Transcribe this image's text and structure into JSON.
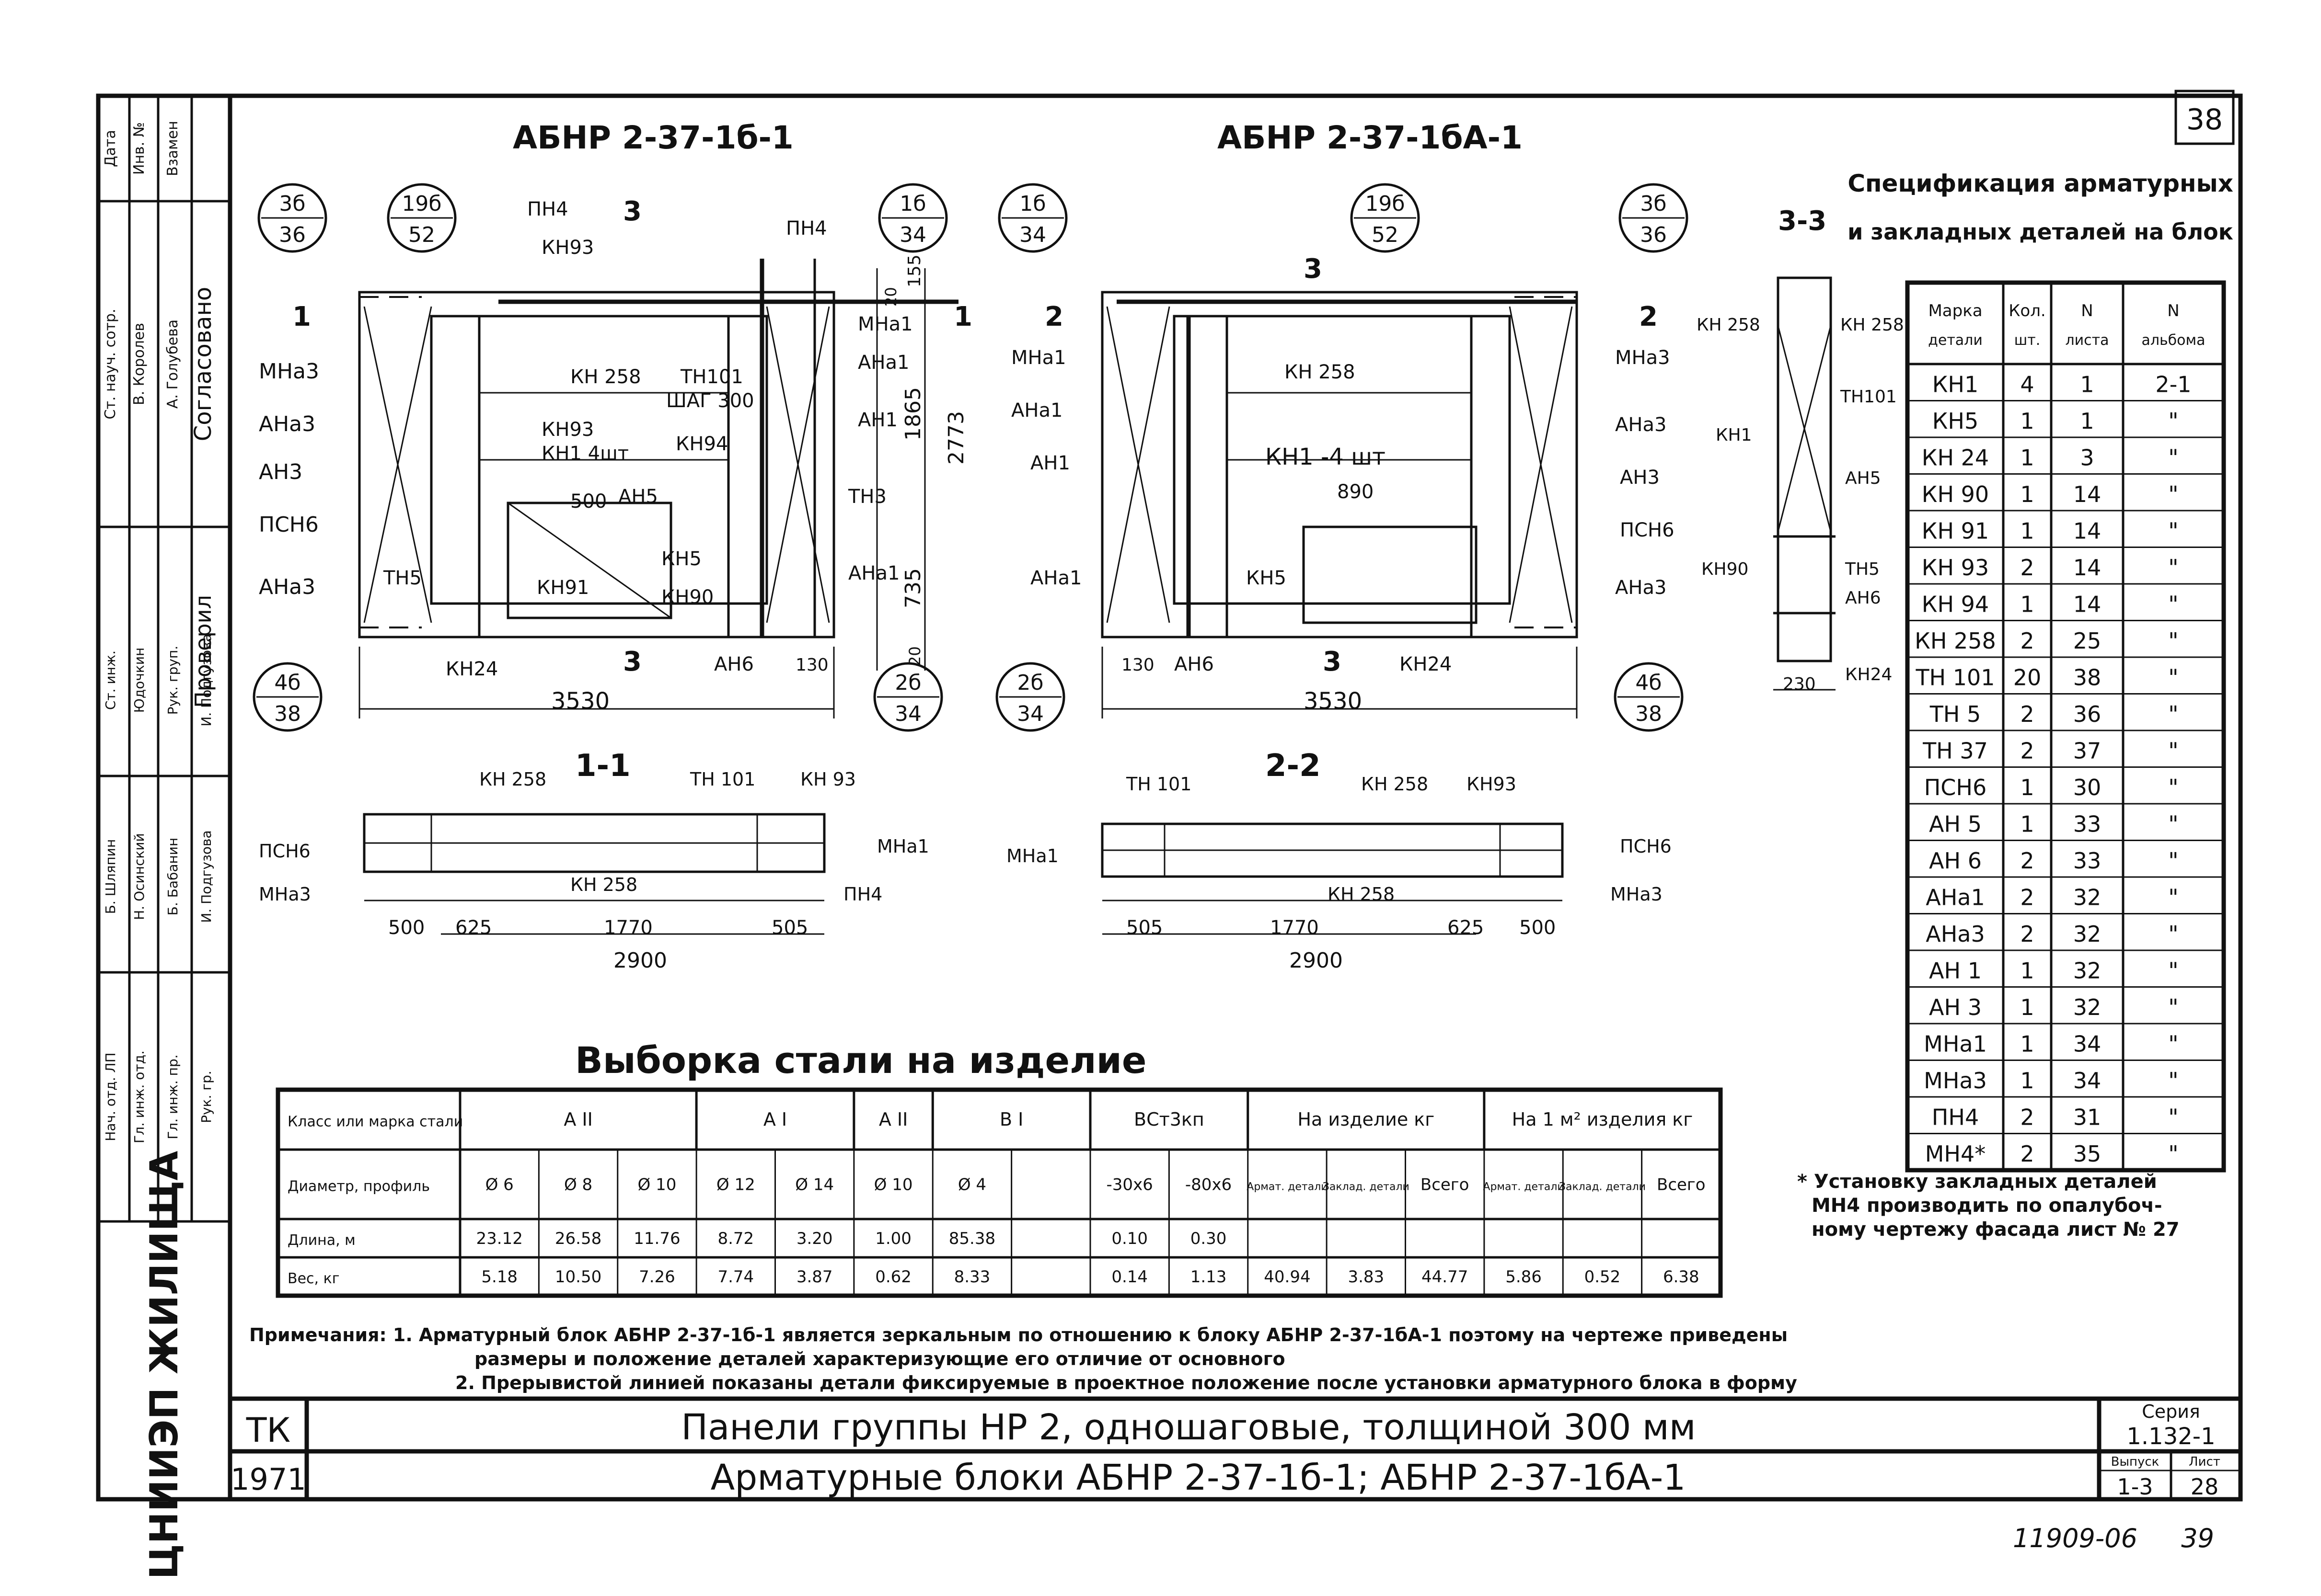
{
  "sheet_badge": "38",
  "left_titles": [
    "АБНР 2-37-1б-1",
    "АБНР 2-37-1бА-1"
  ],
  "callouts_left": [
    {
      "top": "3б",
      "bottom": "36"
    },
    {
      "top": "19б",
      "bottom": "52"
    },
    {
      "top": "1б",
      "bottom": "34"
    },
    {
      "top": "4б",
      "bottom": "38"
    },
    {
      "top": "2б",
      "bottom": "34"
    }
  ],
  "callouts_right": [
    {
      "top": "1б",
      "bottom": "34"
    },
    {
      "top": "19б",
      "bottom": "52"
    },
    {
      "top": "3б",
      "bottom": "36"
    },
    {
      "top": "2б",
      "bottom": "34"
    },
    {
      "top": "4б",
      "bottom": "38"
    }
  ],
  "view1_labels": {
    "left": [
      "МНа3",
      "АНа3",
      "АН3",
      "ПСН6",
      "АНа3"
    ],
    "right": [
      "ПН4",
      "МНа1",
      "АНа1",
      "АН1",
      "ТН3",
      "АНа1"
    ],
    "inside": [
      "ПН4",
      "КН93",
      "КН 258",
      "ТН101",
      "ШАГ 300",
      "КН93",
      "КН1 4шт",
      "КН94",
      "500",
      "АН5",
      "КН91",
      "ТН5",
      "КН5",
      "КН90",
      "КН24",
      "АН6",
      "130"
    ],
    "dims": [
      "155",
      "20",
      "1865",
      "2773",
      "735",
      "20",
      "3530"
    ],
    "section_marks": [
      "1",
      "3",
      "1",
      "3"
    ]
  },
  "view2_labels": {
    "left": [
      "МНа1",
      "АНа1",
      "АН1",
      "АНа1"
    ],
    "right": [
      "МНа3",
      "АНа3",
      "АН3",
      "ПСН6",
      "АНа3"
    ],
    "inside": [
      "КН 258",
      "КН1 -4 шт",
      "890",
      "КН5",
      "130",
      "АН6",
      "КН24"
    ],
    "dims": [
      "3530"
    ],
    "section_marks": [
      "2",
      "3",
      "2",
      "3"
    ]
  },
  "section_1_1": {
    "title": "1-1",
    "labels": [
      "КН 258",
      "ТН 101",
      "КН 93",
      "ПСН6",
      "МНа3",
      "КН 258",
      "МНа1",
      "ПН4"
    ],
    "dims": [
      "500",
      "625",
      "1770",
      "505",
      "2900"
    ]
  },
  "section_2_2": {
    "title": "2-2",
    "labels": [
      "ТН 101",
      "КН 258",
      "КН93",
      "МНа1",
      "ПСН6",
      "КН 258",
      "МНа3"
    ],
    "dims": [
      "505",
      "1770",
      "625",
      "500",
      "2900"
    ]
  },
  "section_3_3": {
    "title": "3-3",
    "labels_left": [
      "КН 258",
      "КН1",
      "КН90"
    ],
    "labels_right": [
      "КН 258",
      "ТН101",
      "АН5",
      "ТН5",
      "АН6",
      "КН24"
    ],
    "dim": "230"
  },
  "spec_table": {
    "title_line1": "Спецификация арматурных",
    "title_line2": "и закладных деталей на блок",
    "headers": [
      "Марка детали",
      "Кол. шт.",
      "N листа",
      "N альбома"
    ],
    "rows": [
      [
        "КН1",
        "4",
        "1",
        "2-1"
      ],
      [
        "КН5",
        "1",
        "1",
        "\""
      ],
      [
        "КН 24",
        "1",
        "3",
        "\""
      ],
      [
        "КН 90",
        "1",
        "14",
        "\""
      ],
      [
        "КН 91",
        "1",
        "14",
        "\""
      ],
      [
        "КН 93",
        "2",
        "14",
        "\""
      ],
      [
        "КН 94",
        "1",
        "14",
        "\""
      ],
      [
        "КН 258",
        "2",
        "25",
        "\""
      ],
      [
        "ТН 101",
        "20",
        "38",
        "\""
      ],
      [
        "ТН 5",
        "2",
        "36",
        "\""
      ],
      [
        "ТН 37",
        "2",
        "37",
        "\""
      ],
      [
        "ПСН6",
        "1",
        "30",
        "\""
      ],
      [
        "АН 5",
        "1",
        "33",
        "\""
      ],
      [
        "АН 6",
        "2",
        "33",
        "\""
      ],
      [
        "АНа1",
        "2",
        "32",
        "\""
      ],
      [
        "АНа3",
        "2",
        "32",
        "\""
      ],
      [
        "АН 1",
        "1",
        "32",
        "\""
      ],
      [
        "АН 3",
        "1",
        "32",
        "\""
      ],
      [
        "МНа1",
        "1",
        "34",
        "\""
      ],
      [
        "МНа3",
        "1",
        "34",
        "\""
      ],
      [
        "ПН4",
        "2",
        "31",
        "\""
      ],
      [
        "МН4*",
        "2",
        "35",
        "\""
      ]
    ]
  },
  "spec_note": [
    "* Установку закладных деталей",
    "МН4 производить по опалубоч-",
    "ному чертежу фасада лист № 27"
  ],
  "steel_table": {
    "title": "Выборка стали на изделие",
    "row_labels": [
      "Класс или марка стали",
      "Диаметр, профиль",
      "Длина, м",
      "Вес, кг"
    ],
    "classes": [
      "А II",
      "А I",
      "А II",
      "В I",
      "ВСт3кп",
      "На изделие кг",
      "На 1 м² изделия кг"
    ],
    "profiles": [
      "Ø 6",
      "Ø 8",
      "Ø 10",
      "Ø 12",
      "Ø 14",
      "Ø 10",
      "Ø 4",
      "",
      "-30x6",
      "-80x6",
      "Армат. детали",
      "Заклад. детали",
      "Всего",
      "Армат. детали",
      "Заклад. детали",
      "Всего"
    ],
    "lengths": [
      "23.12",
      "26.58",
      "11.76",
      "8.72",
      "3.20",
      "1.00",
      "85.38",
      "",
      "0.10",
      "0.30",
      "",
      "",
      "",
      "",
      "",
      ""
    ],
    "weights": [
      "5.18",
      "10.50",
      "7.26",
      "7.74",
      "3.87",
      "0.62",
      "8.33",
      "",
      "0.14",
      "1.13",
      "40.94",
      "3.83",
      "44.77",
      "5.86",
      "0.52",
      "6.38"
    ]
  },
  "notes": {
    "line1": "Примечания: 1. Арматурный блок АБНР 2-37-1б-1 является зеркальным по отношению к блоку АБНР 2-37-1бА-1 поэтому на чертеже приведены",
    "line2": "размеры и положение деталей характеризующие его отличие от основного",
    "line3": "2. Прерывистой линией показаны детали фиксируемые в проектное положение после установки арматурного блока в форму"
  },
  "title_block": {
    "org": "ЦНИИЭП ЖИЛИЩА",
    "tk": "ТК",
    "year": "1971",
    "title1": "Панели группы НР 2, одношаговые, толщиной 300 мм",
    "title2": "Арматурные блоки АБНР 2-37-1б-1; АБНР 2-37-1бА-1",
    "series_label": "Серия",
    "series_value": "1.132-1",
    "issue_label": "Выпуск",
    "sheet_label": "Лист",
    "issue_value": "1-3",
    "sheet_value": "28"
  },
  "stamp": {
    "rows": [
      [
        "Нач. отд. ЛП",
        "Б. Шляпин",
        "Ст. инж.",
        "Юдочкин"
      ],
      [
        "Гл. инж. отд.",
        "Н. Осинский",
        "",
        ""
      ],
      [
        "Гл. инж. пр.",
        "Б. Бабанин",
        "",
        ""
      ],
      [
        "Рук. гр.",
        "И. Подгузова",
        "Рук. груп.",
        "И. Подгузова"
      ]
    ],
    "agreed": "Согласовано",
    "checked": "Проверил",
    "agreed_names": [
      "Ст. науч. сотр.",
      "В. Королев",
      "А. Голубева"
    ],
    "side_labels": [
      "Дата",
      "Инв. №",
      "Взамен"
    ]
  },
  "footer": "11909-06",
  "footer_page": "39"
}
